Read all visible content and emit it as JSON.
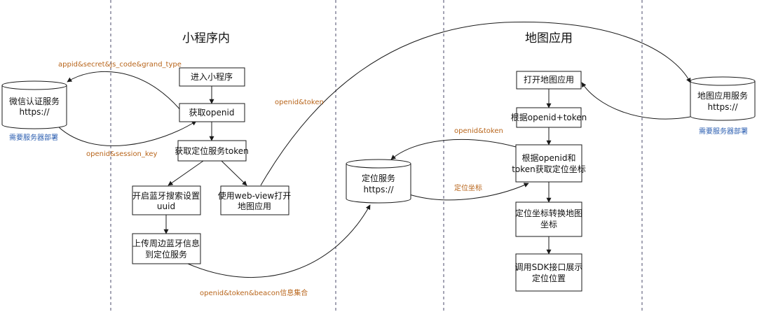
{
  "sections": {
    "mini_program_title": "小程序内",
    "map_app_title": "地图应用"
  },
  "nodes": {
    "enter_mini_program": "进入小程序",
    "get_openid": "获取openid",
    "get_location_token": "获取定位服务token",
    "bluetooth_setup": [
      "开启蓝牙搜索设置",
      "uuid"
    ],
    "upload_bluetooth": [
      "上传周边蓝牙信息",
      "到定位服务"
    ],
    "webview_open_map": [
      "使用web-view打开",
      "地图应用"
    ],
    "open_map_app": "打开地图应用",
    "by_openid_token": "根据openid+token",
    "get_coords": [
      "根据openid和",
      "token获取定位坐标"
    ],
    "convert_coords": [
      "定位坐标转换地图",
      "坐标"
    ],
    "show_location": [
      "调用SDK接口展示",
      "定位位置"
    ]
  },
  "databases": {
    "wechat_auth": [
      "微信认证服务",
      "https://"
    ],
    "location_service": [
      "定位服务",
      "https://"
    ],
    "map_service": [
      "地图应用服务",
      "https://"
    ]
  },
  "edge_labels": {
    "appid_secret": "appid&secret&js_code&grand_type",
    "openid_session": "openid&session_key",
    "openid_token_webview": "openid&token",
    "openid_token_loc": "openid&token",
    "coords": "定位坐标",
    "beacon": "openid&token&beacon信息集合"
  },
  "notes": {
    "wechat_needs_server": "需要服务器部署",
    "map_needs_server": "需要服务器部署"
  }
}
